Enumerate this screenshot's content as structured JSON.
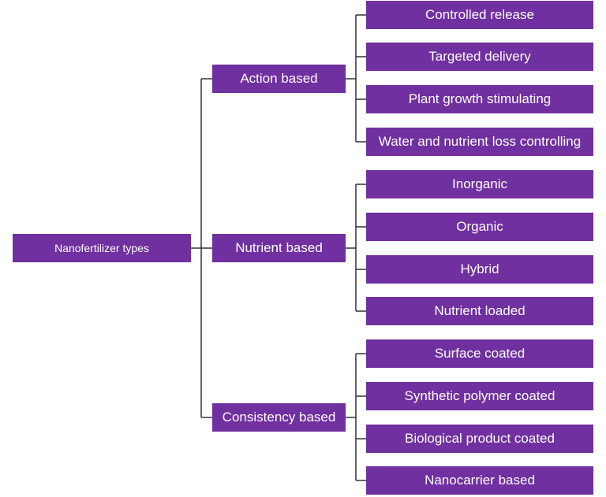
{
  "root": {
    "label": "Nanofertilizer types"
  },
  "groups": [
    {
      "label": "Action based",
      "children": [
        "Controlled release",
        "Targeted delivery",
        "Plant growth stimulating",
        "Water and nutrient loss controlling"
      ]
    },
    {
      "label": "Nutrient based",
      "children": [
        "Inorganic",
        "Organic",
        "Hybrid",
        "Nutrient loaded"
      ]
    },
    {
      "label": "Consistency based",
      "children": [
        "Surface coated",
        "Synthetic polymer coated",
        "Biological product coated",
        "Nanocarrier based"
      ]
    }
  ],
  "colors": {
    "box": "#7030a0",
    "text": "#ffffff",
    "line": "#333333"
  }
}
